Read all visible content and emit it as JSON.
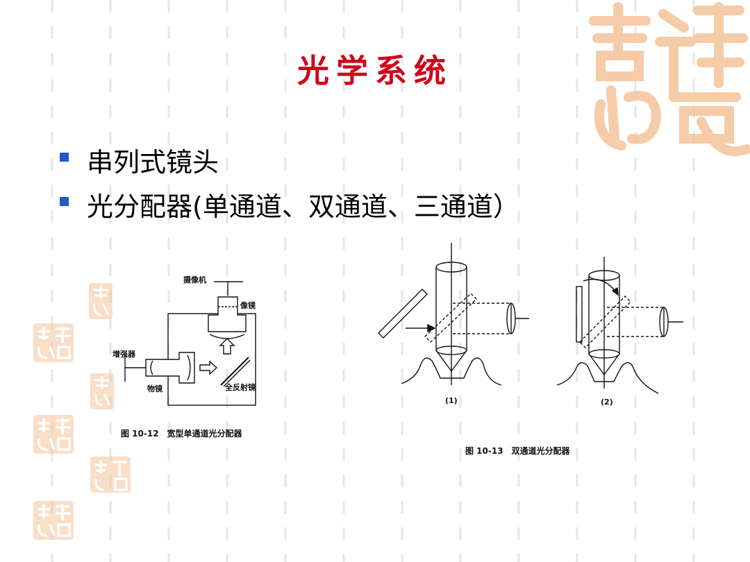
{
  "slide": {
    "title": "光学系统",
    "bullets": [
      "串列式镜头",
      "光分配器(单通道、双通道、三通道）"
    ]
  },
  "figure_left": {
    "labels": {
      "camera": "摄像机",
      "image_lens": "像镜",
      "intensifier": "增强器",
      "objective": "物镜",
      "mirror": "全反射镜"
    },
    "caption": "图 10-12　宽型单通道光分配器"
  },
  "figure_right": {
    "sub_labels": [
      "(1)",
      "(2)"
    ],
    "caption": "图 10-13　双通道光分配器"
  },
  "colors": {
    "title": "#d0021b",
    "bullet": "#1f5ac8",
    "seal": "#f4c29a",
    "pattern": "#e6e6e6"
  }
}
